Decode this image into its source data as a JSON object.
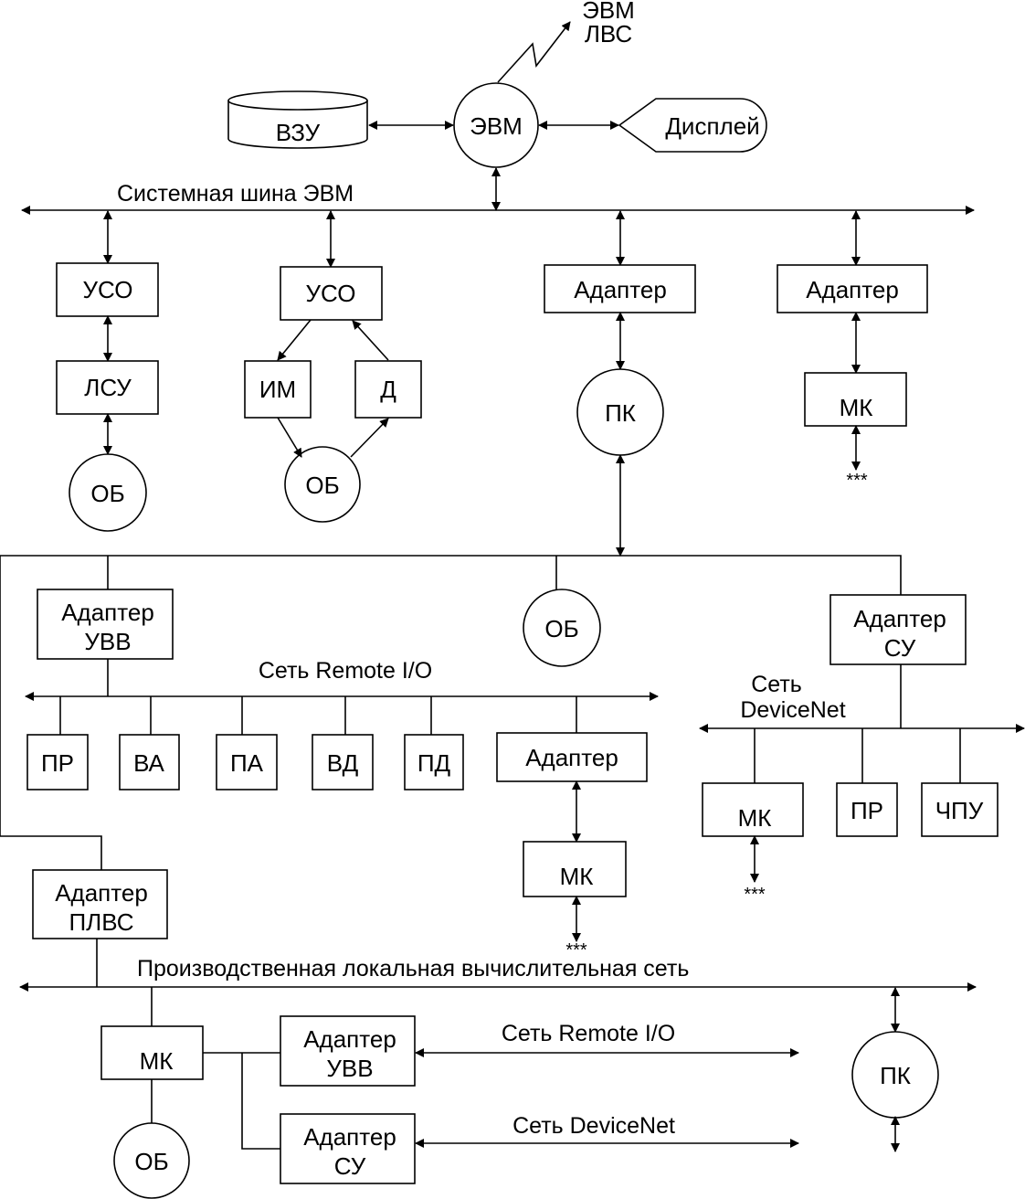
{
  "labels": {
    "evm": "ЭВМ",
    "evm_lvs_1": "ЭВМ",
    "evm_lvs_2": "ЛВС",
    "vzu": "ВЗУ",
    "display": "Дисплей",
    "sys_bus": "Системная шина ЭВМ",
    "uso1": "УСО",
    "lsu": "ЛСУ",
    "ob1": "ОБ",
    "uso2": "УСО",
    "im": "ИМ",
    "d": "Д",
    "ob2": "ОБ",
    "adapter1": "Адаптер",
    "pk1": "ПК",
    "adapter2": "Адаптер",
    "mk1": "МК",
    "stars1": "***",
    "ob3": "ОБ",
    "adapter_uvv_1": "Адаптер",
    "adapter_uvv_2": "УВВ",
    "adapter_su_1": "Адаптер",
    "adapter_su_2": "СУ",
    "remote_io_1": "Сеть Remote I/O",
    "devicenet_1a": "Сеть",
    "devicenet_1b": "DeviceNet",
    "pr1": "ПР",
    "va": "ВА",
    "pa": "ПА",
    "vd": "ВД",
    "pd": "ПД",
    "adapter3": "Адаптер",
    "mk2": "МК",
    "stars2": "***",
    "mk3": "МК",
    "stars3": "***",
    "pr2": "ПР",
    "chpu": "ЧПУ",
    "adapter_plvs_1": "Адаптер",
    "adapter_plvs_2": "ПЛВС",
    "plvs": "Производственная локальная вычислительная сеть",
    "mk4": "МК",
    "ob4": "ОБ",
    "adapter_uvv2_1": "Адаптер",
    "adapter_uvv2_2": "УВВ",
    "remote_io_2": "Сеть Remote I/O",
    "adapter_su2_1": "Адаптер",
    "adapter_su2_2": "СУ",
    "devicenet_2": "Сеть DeviceNet",
    "pk2": "ПК"
  }
}
